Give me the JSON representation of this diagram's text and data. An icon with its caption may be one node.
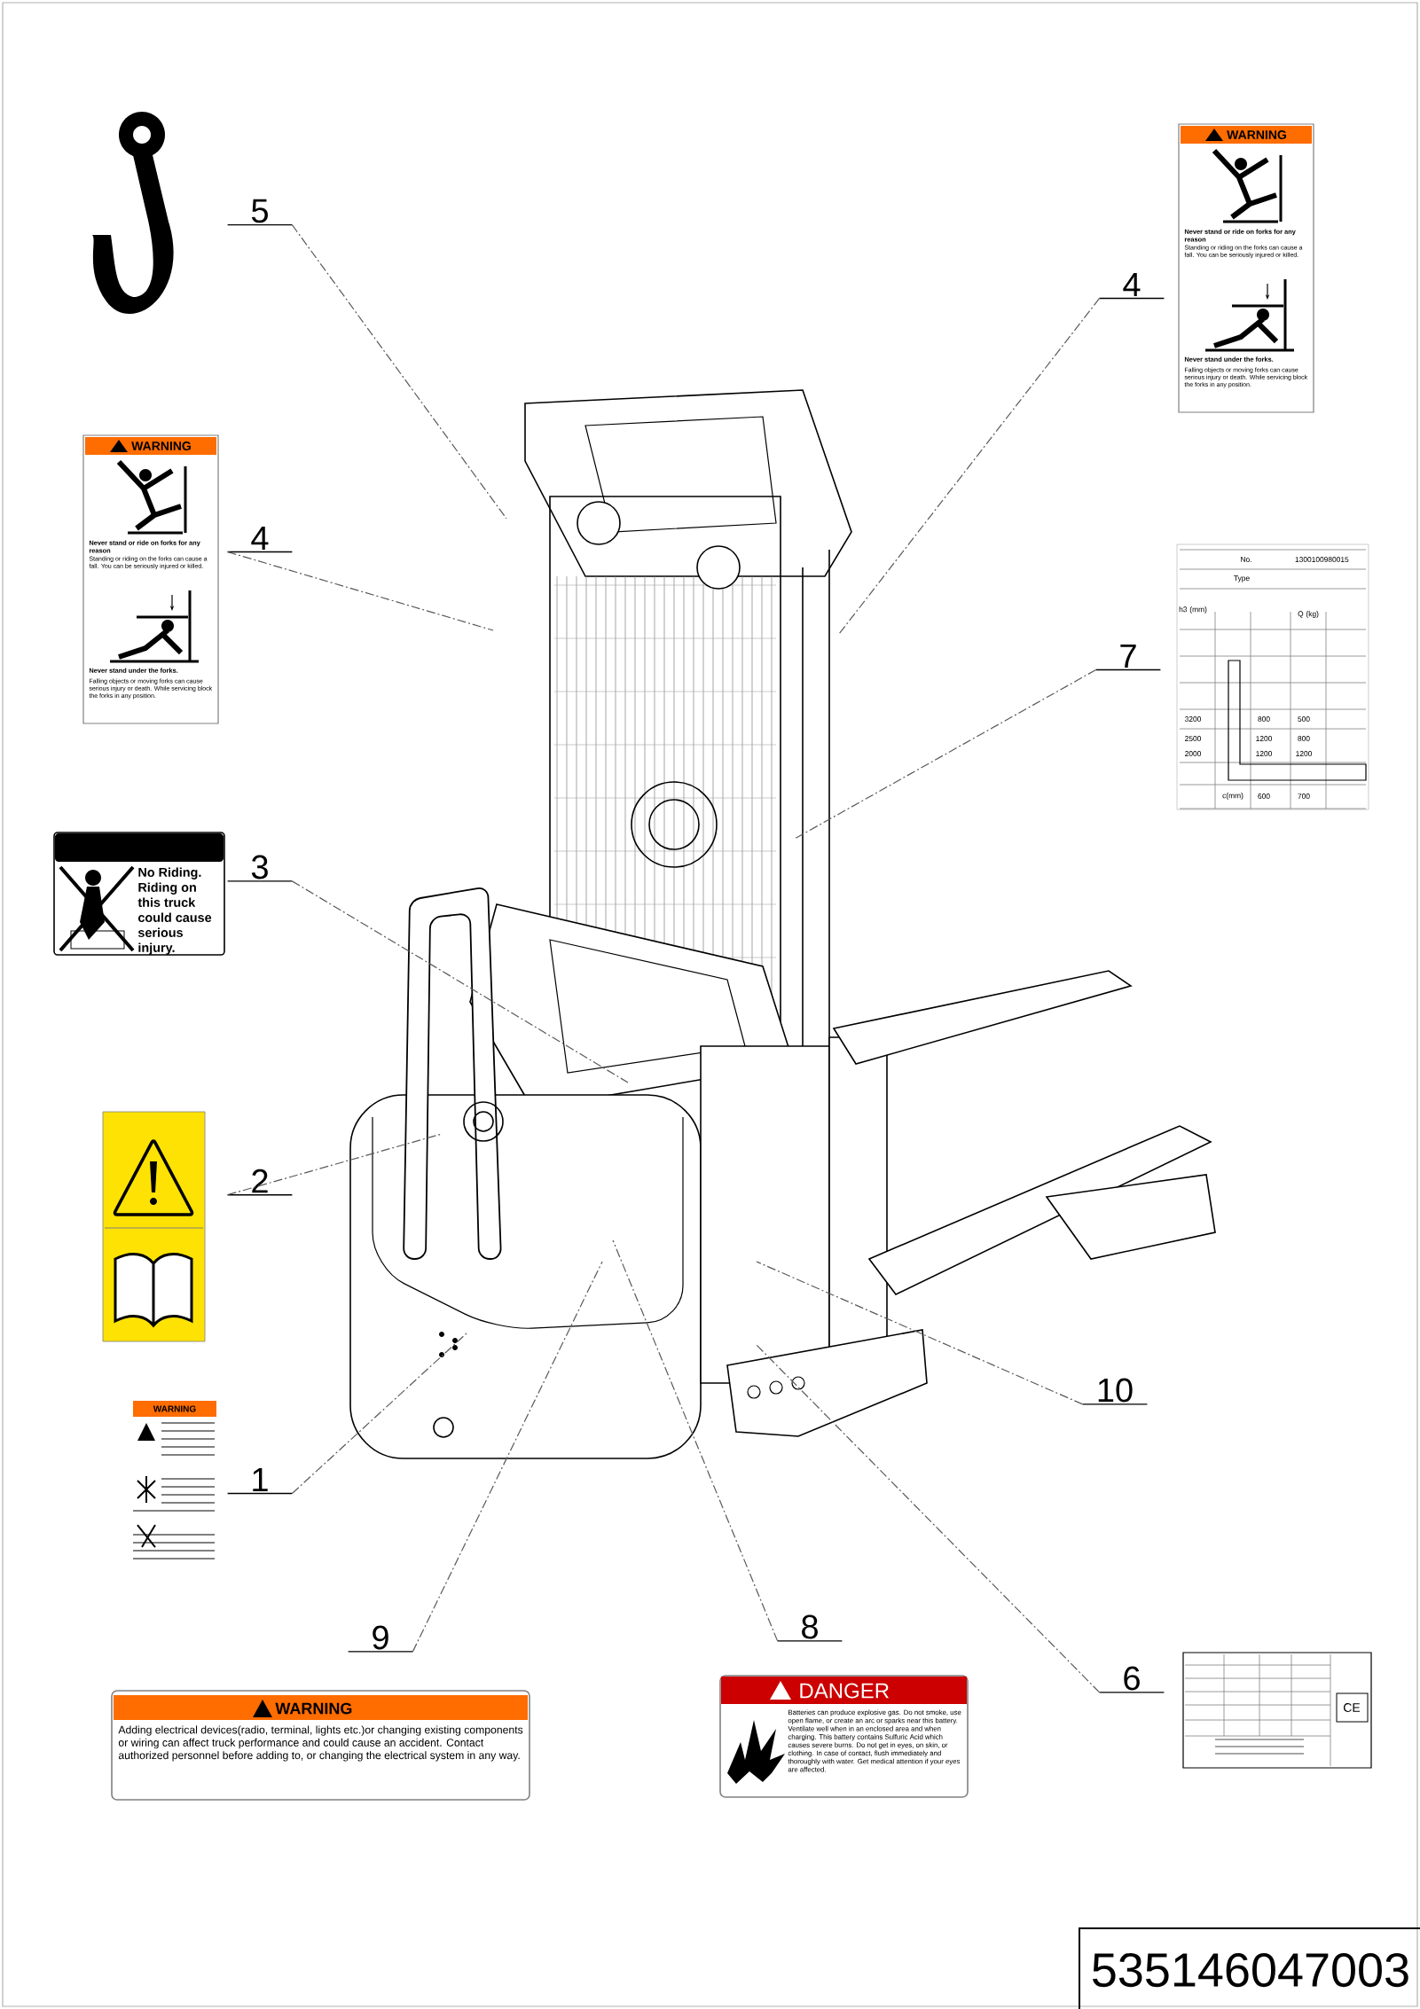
{
  "diagram": {
    "nodes": [
      {
        "text": [
          "5"
        ]
      },
      {
        "text": [
          "WARNING",
          "Never stand or ride on forks for any reason",
          "Standing or riding on the forks can cause a fall. You can be seriously injured or killed.",
          "Never stand under the forks.",
          "Falling objects or moving forks can cause serious injury or death. While servicing block the forks in any position."
        ]
      },
      {
        "text": [
          "4"
        ]
      },
      {
        "text": [
          "WARNING",
          "Never stand or ride on forks for any reason",
          "Standing or riding on the forks can cause a fall. You can be seriously injured or killed.",
          "Never stand under the forks.",
          "Falling objects or moving forks can cause serious injury or death. While servicing block the forks in any position."
        ]
      },
      {
        "text": [
          "4"
        ]
      },
      {
        "text": [
          "No.",
          "1300100980015",
          "Type",
          "h3 (mm)",
          "Q (kg)",
          "3200",
          "800",
          "500",
          "2500",
          "1200",
          "800",
          "2000",
          "1200",
          "1200",
          "c(mm)",
          "600",
          "700"
        ]
      },
      {
        "text": [
          "7"
        ]
      },
      {
        "text": [
          "No Riding. Riding on this truck could cause serious injury."
        ]
      },
      {
        "text": [
          "3"
        ]
      },
      {
        "text": [],
        "shape": "picture"
      },
      {
        "text": [
          "2"
        ]
      },
      {
        "text": [
          "WARNING"
        ]
      },
      {
        "text": [
          "1"
        ]
      },
      {
        "text": [
          "10"
        ]
      },
      {
        "text": [
          "9"
        ]
      },
      {
        "text": [
          "8"
        ]
      },
      {
        "text": [
          "WARNING",
          "Adding electrical devices(radio, terminal, lights etc.)or changing existing components or wiring can affect truck performance and could cause an accident. Contact authorized personnel before adding to, or changing the electrical system in any way."
        ]
      },
      {
        "text": [
          "DANGER",
          "Batteries can produce explosive gas. Do not smoke, use open flame, or create an arc or sparks near this battery. Ventilate well when in an enclosed area and when charging. This battery contains Sulfuric Acid which causes severe burns. Do not get in eyes, on skin, or clothing. In case of contact, flush immediately and thoroughly with water. Get medical attention if your eyes are affected."
        ]
      },
      {
        "text": [
          "6"
        ]
      },
      {
        "text": [
          "CE"
        ]
      }
    ],
    "edges": [
      {
        "from": 0,
        "to": null,
        "arrow": "none"
      },
      {
        "from": 2,
        "to": null,
        "arrow": "none"
      },
      {
        "from": 4,
        "to": null,
        "arrow": "none"
      },
      {
        "from": 6,
        "to": null,
        "arrow": "none"
      },
      {
        "from": 8,
        "to": null,
        "arrow": "none"
      },
      {
        "from": 10,
        "to": null,
        "arrow": "none"
      },
      {
        "from": 12,
        "to": null,
        "arrow": "none"
      },
      {
        "from": 13,
        "to": null,
        "arrow": "none"
      },
      {
        "from": 14,
        "to": null,
        "arrow": "none"
      },
      {
        "from": 15,
        "to": null,
        "arrow": "none"
      },
      {
        "from": 18,
        "to": null,
        "arrow": "none"
      }
    ],
    "labels": [
      "535146047003"
    ]
  }
}
